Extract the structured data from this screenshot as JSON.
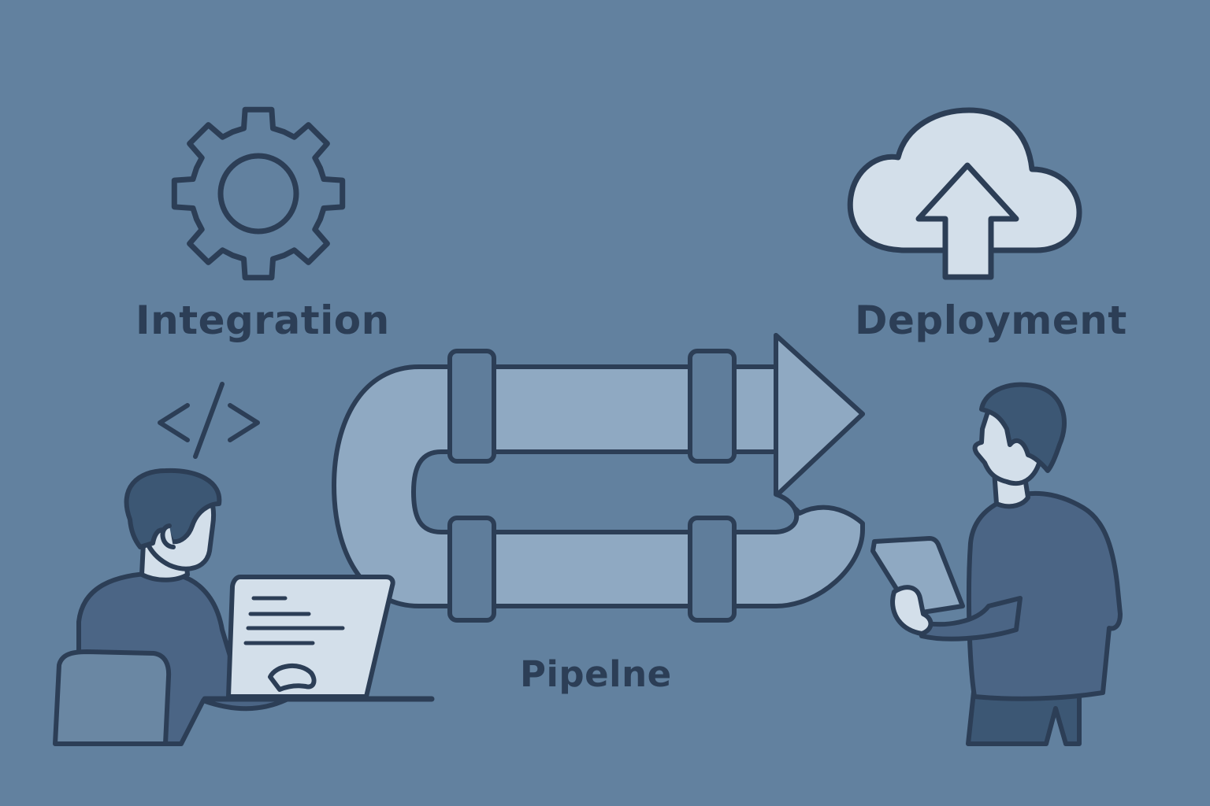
{
  "labels": {
    "integration": "Integration",
    "deployment": "Deployment",
    "pipeline": "Pipelne"
  },
  "icons": {
    "integration": "gear-icon",
    "deployment": "cloud-upload-icon",
    "code": "code-brackets-icon"
  },
  "colors": {
    "background": "#62819f",
    "stroke": "#2c3e56",
    "pipe_light": "#8fa9c2",
    "pipe_dark": "#5f7d9b",
    "cloud": "#d3dfea",
    "person_dark": "#3c5774",
    "person_shirt": "#4b6585",
    "skin": "#d3dfea"
  }
}
